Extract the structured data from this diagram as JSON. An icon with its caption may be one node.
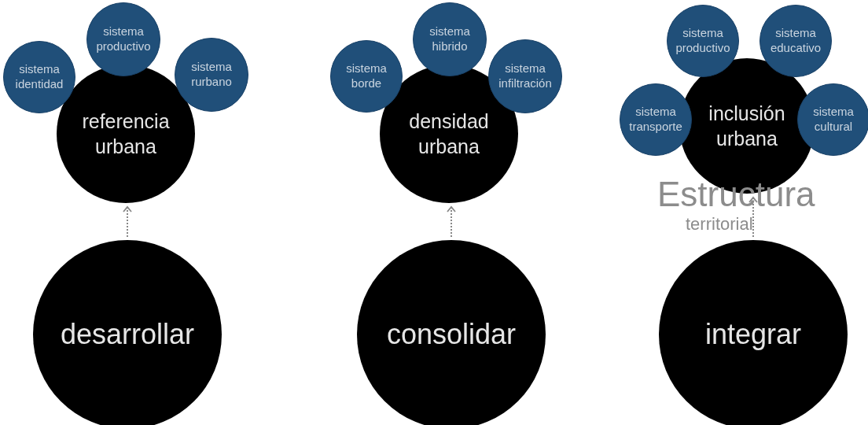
{
  "diagram": {
    "nodes": [
      {
        "text": [
          "sistema identidad"
        ]
      },
      {
        "text": [
          "sistema productivo"
        ]
      },
      {
        "text": [
          "sistema rurbano"
        ]
      },
      {
        "text": [
          "referencia urbana"
        ]
      },
      {
        "text": [
          "desarrollar"
        ]
      },
      {
        "text": [
          "sistema borde"
        ]
      },
      {
        "text": [
          "sistema hibrido"
        ]
      },
      {
        "text": [
          "sistema infiltración"
        ]
      },
      {
        "text": [
          "densidad urbana"
        ]
      },
      {
        "text": [
          "consolidar"
        ]
      },
      {
        "text": [
          "sistema productivo"
        ]
      },
      {
        "text": [
          "sistema educativo"
        ]
      },
      {
        "text": [
          "sistema transporte"
        ]
      },
      {
        "text": [
          "sistema cultural"
        ]
      },
      {
        "text": [
          "inclusión urbana"
        ]
      },
      {
        "text": [
          "integrar"
        ]
      }
    ],
    "edges": [
      {
        "from": 4,
        "to": 3,
        "arrow": "to",
        "style": "dashed"
      },
      {
        "from": 9,
        "to": 8,
        "arrow": "to",
        "style": "dashed"
      },
      {
        "from": 15,
        "to": 14,
        "arrow": "to",
        "style": "dashed"
      }
    ],
    "labels": [
      "Estructura",
      "territorial"
    ]
  }
}
